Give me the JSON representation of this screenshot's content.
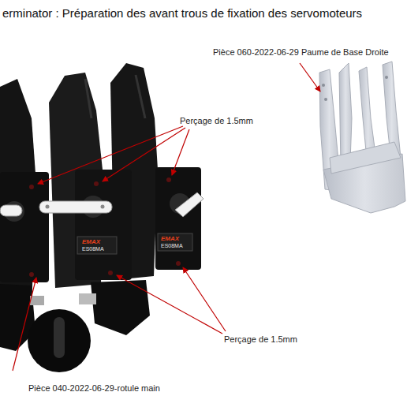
{
  "diagram": {
    "title": "erminator : Préparation des avant trous de fixation des servomoteurs",
    "labels": [
      "Pièce 060-2022-06-29 Paume de Base Droite",
      "Perçage de 1.5mm",
      "EMAX",
      "ES08MA",
      "EMAX",
      "ES08MA",
      "Perçage de 1.5mm",
      "Pièce 040-2022-06-29-rotule main"
    ]
  }
}
